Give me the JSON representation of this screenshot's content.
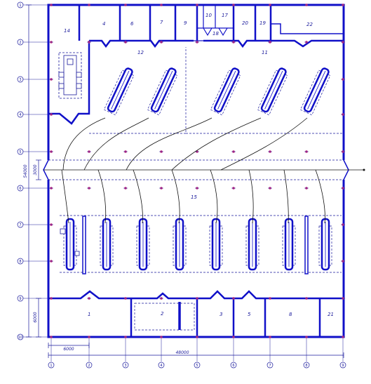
{
  "rooms": {
    "r14": "14",
    "r4": "4",
    "r6": "6",
    "r7": "7",
    "r9": "9",
    "r10": "10",
    "r17": "17",
    "r18": "18",
    "r20": "20",
    "r19": "19",
    "r22": "22",
    "r12": "12",
    "r11": "11",
    "r15": "15",
    "r1": "1",
    "r2": "2",
    "r3": "3",
    "r5": "5",
    "r8": "8",
    "r21": "21"
  },
  "dimensions": {
    "overall_height": "54000",
    "aisle_width": "3000",
    "bay_height": "6000",
    "bay_width": "6000",
    "overall_length": "48000"
  },
  "grid_axes": {
    "rows": [
      "1",
      "2",
      "3",
      "4",
      "5",
      "6",
      "7",
      "8",
      "9",
      "10"
    ],
    "cols": [
      "1",
      "2",
      "3",
      "4",
      "5",
      "6",
      "7",
      "8",
      "9"
    ]
  },
  "colors": {
    "wall": "#1010c8",
    "line": "#1a1a9c",
    "column_marker": "#c02a80"
  }
}
